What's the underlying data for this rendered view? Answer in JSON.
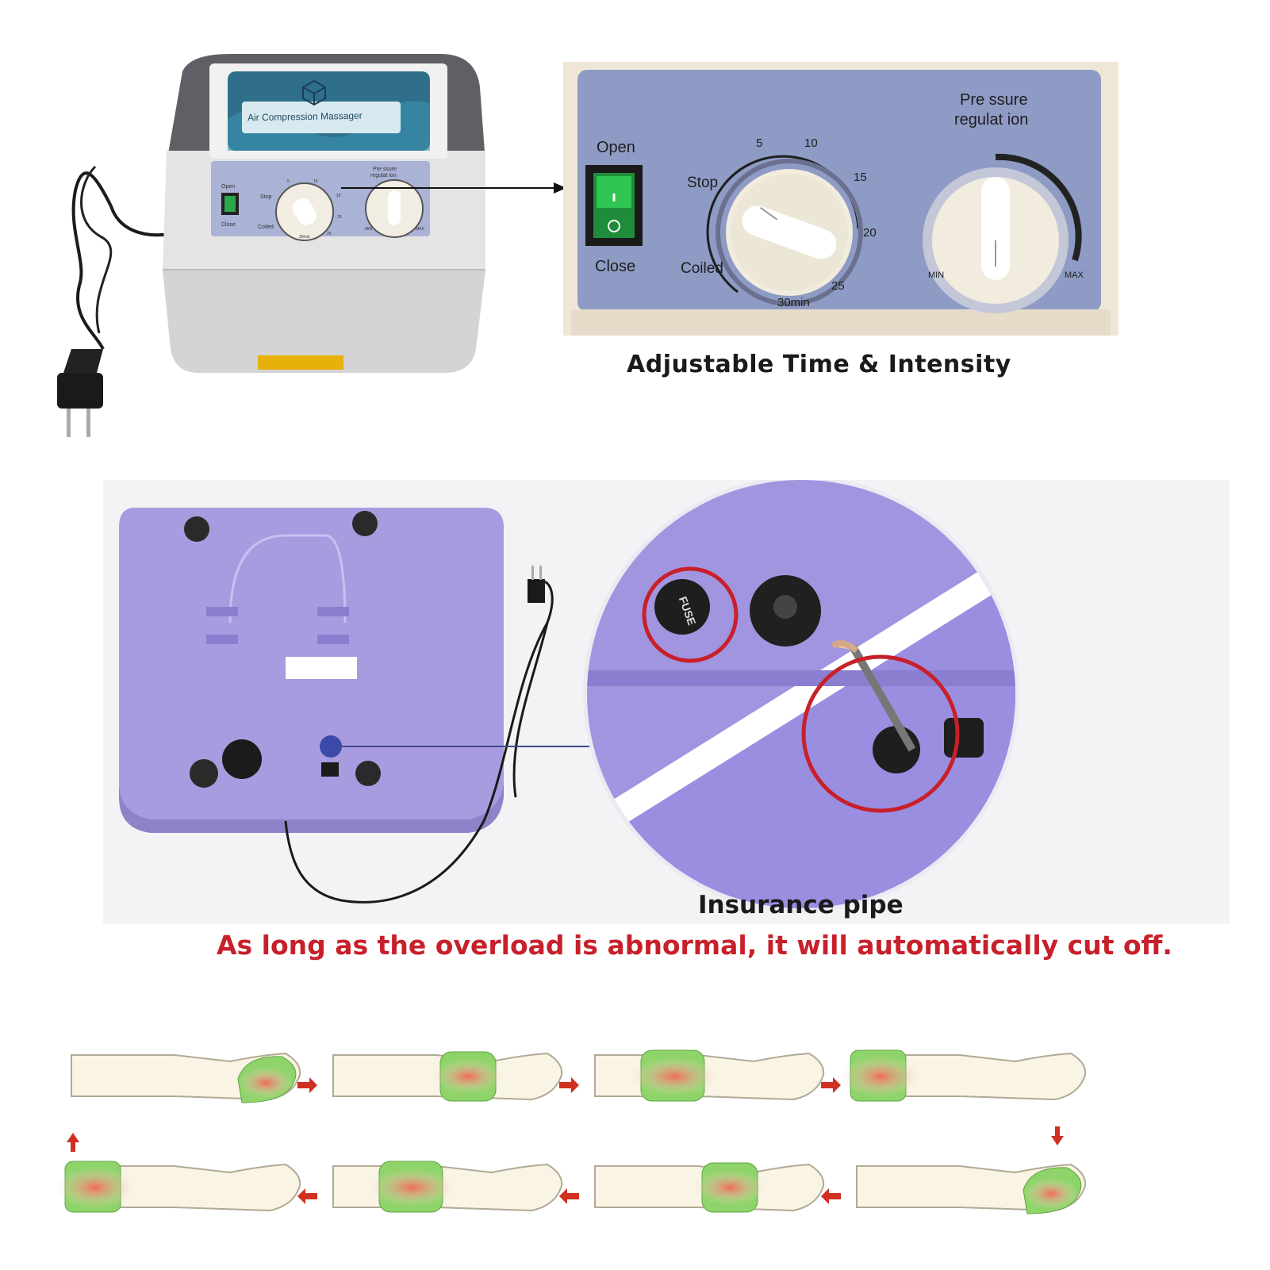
{
  "device": {
    "label_panel_text": "Air Compression Massager",
    "small_panel": {
      "open": "Open",
      "close": "Close",
      "stop": "Stop",
      "coiled": "Coiled",
      "pressure_line1": "Pre ssure",
      "pressure_line2": "regulat ion",
      "min": "MIN",
      "max": "MAX",
      "timer_ticks": [
        "5",
        "10",
        "15",
        "20",
        "25",
        "30min"
      ]
    }
  },
  "zoom_panel": {
    "open": "Open",
    "close": "Close",
    "stop": "Stop",
    "coiled": "Coiled",
    "pressure_line1": "Pre ssure",
    "pressure_line2": "regulat ion",
    "min": "MIN",
    "max": "MAX",
    "tick_5": "5",
    "tick_10": "10",
    "tick_15": "15",
    "tick_20": "20",
    "tick_25": "25",
    "tick_30": "30min"
  },
  "captions": {
    "adjustable": "Adjustable Time & Intensity",
    "insurance": "Insurance pipe",
    "overload": "As long as the overload is abnormal, it will automatically cut off."
  },
  "fuse_label": "FUSE",
  "colors": {
    "panel_blue": "#8e9bc4",
    "label_teal": "#2f6f8a",
    "underside_purple": "#a99be0",
    "warning_red": "#c8202a",
    "switch_green": "#2aa84a",
    "cuff_green": "#8fd46a",
    "heat_red": "#f08070"
  }
}
